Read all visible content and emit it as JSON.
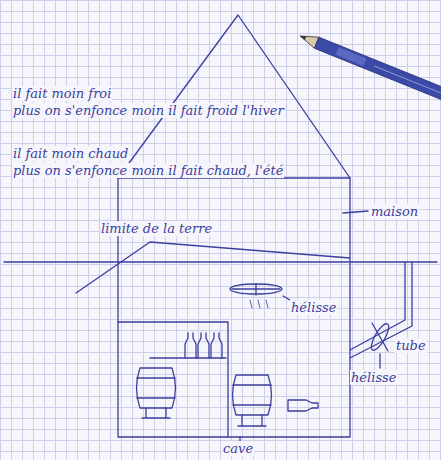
{
  "diagram": {
    "labels": [
      "il fait moin froi",
      "plus on s'enfonce moin il fait froid l'hiver",
      "il fait moin chaud",
      "plus on s'enfonce moin il fait chaud, l'été",
      "limite de la terre",
      "maison",
      "hélisse",
      "tube",
      "hélisse",
      "cave"
    ]
  }
}
